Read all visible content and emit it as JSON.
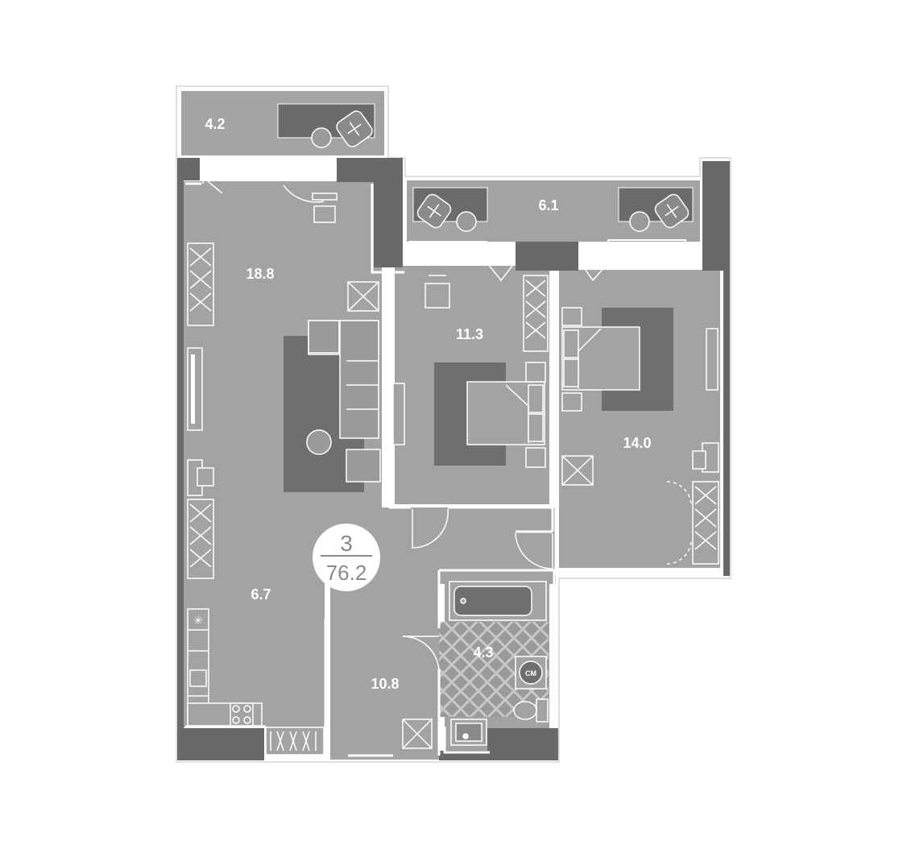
{
  "plan": {
    "rooms_count": "3",
    "total_area": "76.2",
    "rooms": [
      {
        "id": "balcony-left",
        "area": "4.2"
      },
      {
        "id": "balcony-right",
        "area": "6.1"
      },
      {
        "id": "living-room",
        "area": "18.8"
      },
      {
        "id": "bedroom-middle",
        "area": "11.3"
      },
      {
        "id": "bedroom-right",
        "area": "14.0"
      },
      {
        "id": "kitchen",
        "area": "6.7"
      },
      {
        "id": "hallway",
        "area": "10.8"
      },
      {
        "id": "bathroom",
        "area": "4.3"
      }
    ],
    "washer_label": "CM"
  },
  "colors": {
    "floor": "#a3a3a3",
    "wall": "#696969",
    "rug": "#6f6f6f",
    "line": "#ffffff",
    "bath_tile": "#8e8e8e"
  }
}
